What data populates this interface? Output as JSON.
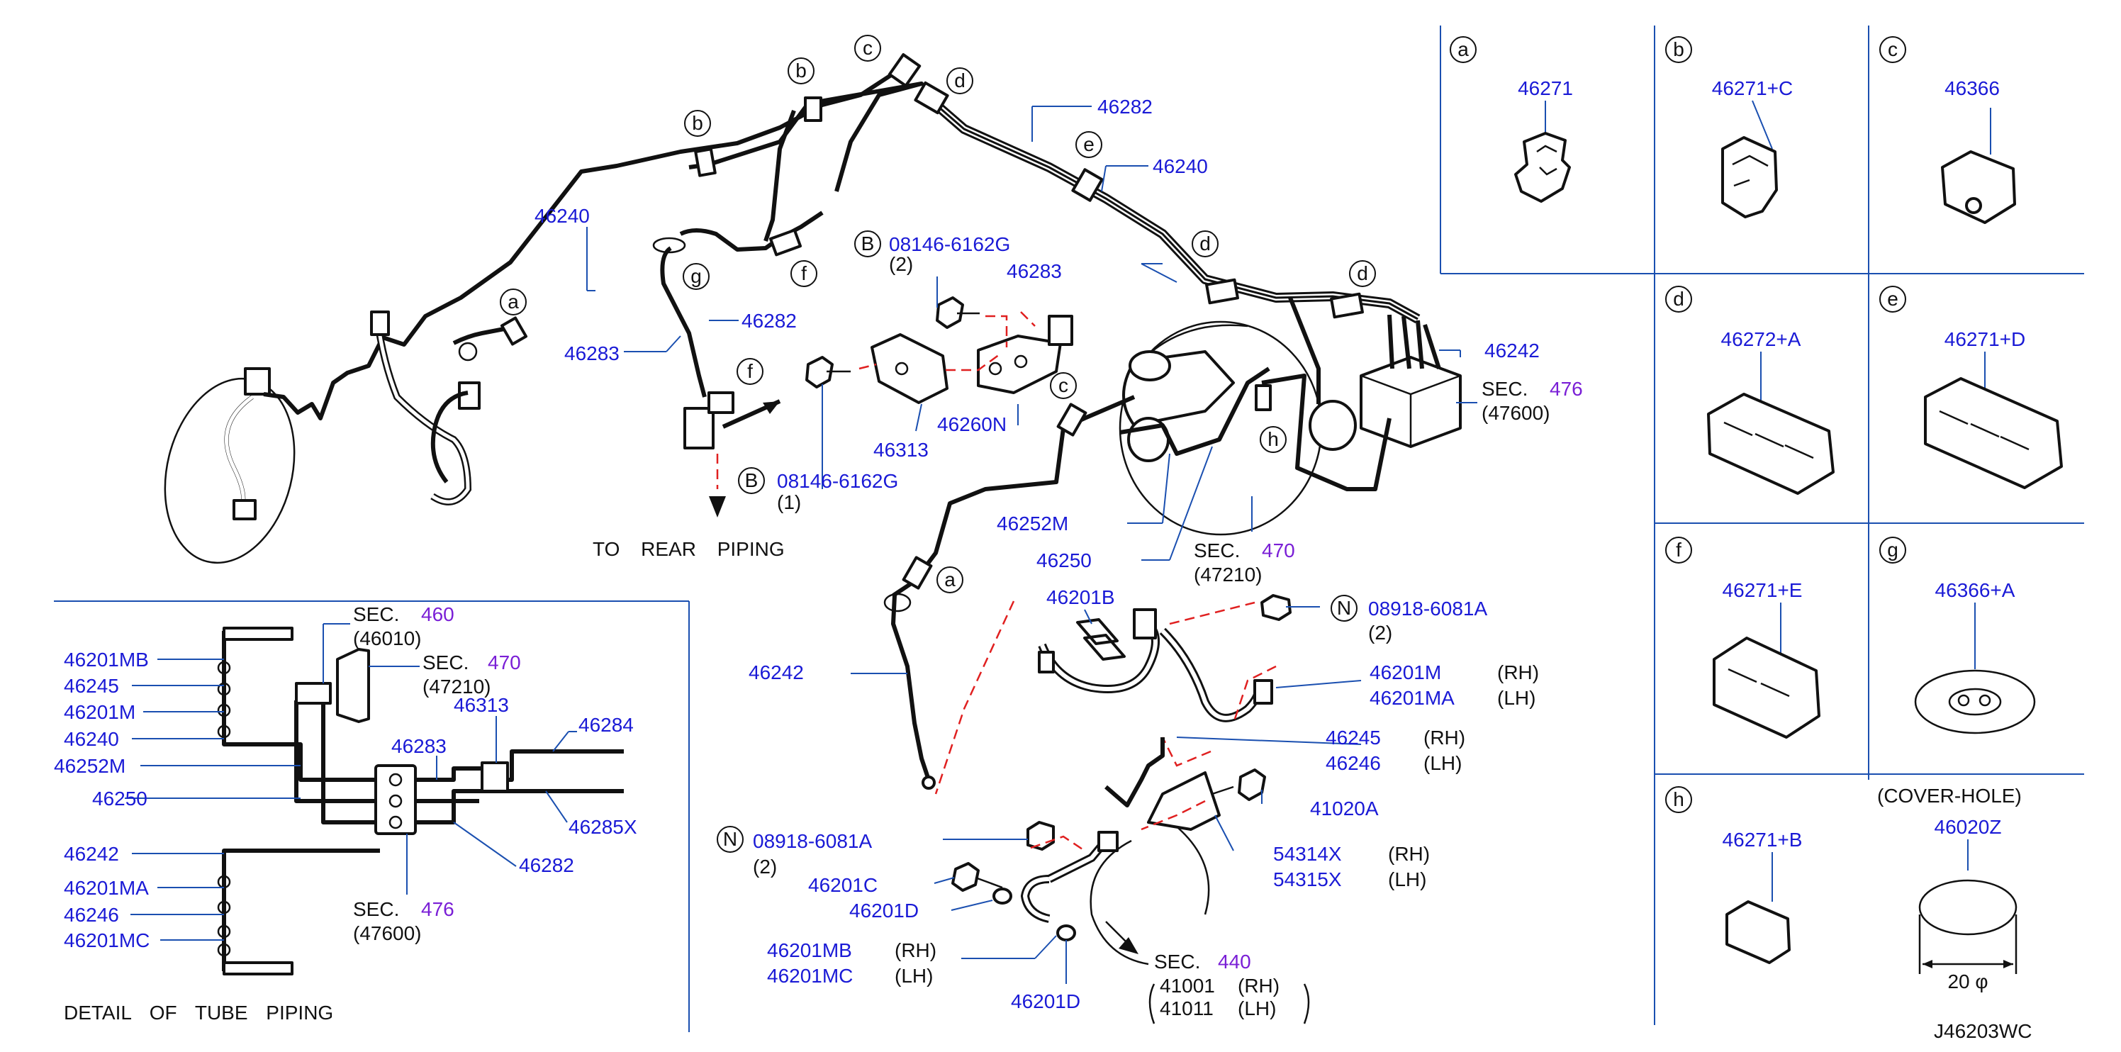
{
  "diagram_code": "J46203WC",
  "detail_title": "DETAIL OF TUBE PIPING",
  "to_rear": "TO REAR PIPING",
  "callouts": {
    "p46240a": "46240",
    "p46283a": "46283",
    "p46282a": "46282",
    "p46282b": "46282",
    "p46240b": "46240",
    "p46283b": "46283",
    "p46242a": "46242",
    "p46313": "46313",
    "p46260N": "46260N",
    "b08146a": "08146-6162G",
    "b08146a_q": "(2)",
    "b08146b": "08146-6162G",
    "b08146b_q": "(1)",
    "p46252M": "46252M",
    "p46250": "46250",
    "sec470_lbl": "SEC.",
    "sec470_num": "470",
    "sec470_sub": "(47210)",
    "sec476_lbl": "SEC.",
    "sec476_num": "476",
    "sec476_sub": "(47600)",
    "p46242b": "46242",
    "p46201B": "46201B",
    "n08918a": "08918-6081A",
    "n08918a_q": "(2)",
    "p46201M": "46201M",
    "p46201M_s": "(RH)",
    "p46201MA": "46201MA",
    "p46201MA_s": "(LH)",
    "p46245": "46245",
    "p46245_s": "(RH)",
    "p46246": "46246",
    "p46246_s": "(LH)",
    "p41020A": "41020A",
    "p54314X": "54314X",
    "p54314X_s": "(RH)",
    "p54315X": "54315X",
    "p54315X_s": "(LH)",
    "n08918b": "08918-6081A",
    "n08918b_q": "(2)",
    "p46201C": "46201C",
    "p46201D": "46201D",
    "p46201MB": "46201MB",
    "p46201MB_s": "(RH)",
    "p46201MC": "46201MC",
    "p46201MC_s": "(LH)",
    "p46201D2": "46201D",
    "sec440_lbl": "SEC.",
    "sec440_num": "440",
    "p41001": "41001",
    "p41001_s": "(RH)",
    "p41011": "41011",
    "p41011_s": "(LH)"
  },
  "detail": {
    "sec460_lbl": "SEC.",
    "sec460_num": "460",
    "sec460_sub": "(46010)",
    "sec470_lbl": "SEC.",
    "sec470_num": "470",
    "sec470_sub": "(47210)",
    "sec476_lbl": "SEC.",
    "sec476_num": "476",
    "sec476_sub": "(47600)",
    "labels": [
      "46201MB",
      "46245",
      "46201M",
      "46240",
      "46252M",
      "46250",
      "46242",
      "46201MA",
      "46246",
      "46201MC"
    ],
    "p46313": "46313",
    "p46284": "46284",
    "p46283": "46283",
    "p46285X": "46285X",
    "p46282": "46282"
  },
  "letters": [
    "a",
    "b",
    "c",
    "d",
    "e",
    "f",
    "g",
    "h"
  ],
  "boxed": {
    "B": "B",
    "N": "N"
  },
  "clips": [
    {
      "letter": "a",
      "part": "46271"
    },
    {
      "letter": "b",
      "part": "46271+C"
    },
    {
      "letter": "c",
      "part": "46366"
    },
    {
      "letter": "d",
      "part": "46272+A"
    },
    {
      "letter": "e",
      "part": "46271+D"
    },
    {
      "letter": "f",
      "part": "46271+E"
    },
    {
      "letter": "g",
      "part": "46366+A"
    },
    {
      "letter": "h",
      "part": "46271+B"
    }
  ],
  "cover_hole": {
    "title": "(COVER-HOLE)",
    "part": "46020Z",
    "dim": "20 φ"
  },
  "colors": {
    "part_number": "#1a1ad6",
    "section_number": "#7a1fd6",
    "guide_line": "#1a4fb0",
    "hidden_line": "#e02020"
  }
}
